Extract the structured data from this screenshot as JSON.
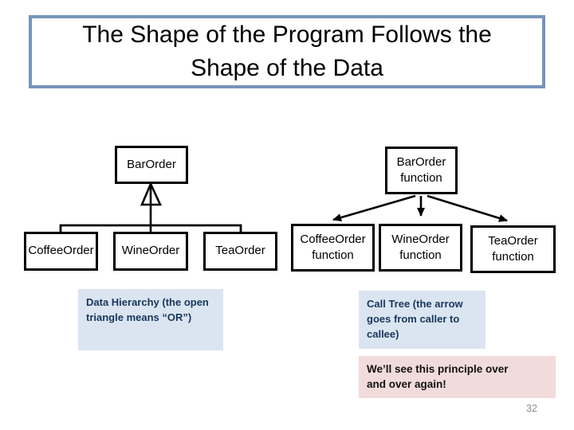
{
  "title": "The Shape of the Program Follows the Shape of the Data",
  "page_number": "32",
  "data_tree": {
    "root_label": "BarOrder",
    "children": [
      {
        "label": "CoffeeOrder"
      },
      {
        "label": "WineOrder"
      },
      {
        "label": "TeaOrder"
      }
    ],
    "caption": "Data Hierarchy (the open triangle means “OR”)"
  },
  "call_tree": {
    "root_label": "BarOrder function",
    "children": [
      {
        "label": "CoffeeOrder function"
      },
      {
        "label": "WineOrder function"
      },
      {
        "label": "TeaOrder function"
      }
    ],
    "caption": "Call Tree (the arrow goes from caller to callee)"
  },
  "note": "We’ll see this principle over and over again!",
  "colors": {
    "title_border": "#7695bb",
    "node_border": "#000000",
    "caption_bg": "#dbe5f1",
    "caption_text": "#17365d",
    "note_bg": "#f2dcdb",
    "page_number_text": "#8a8a8a"
  }
}
